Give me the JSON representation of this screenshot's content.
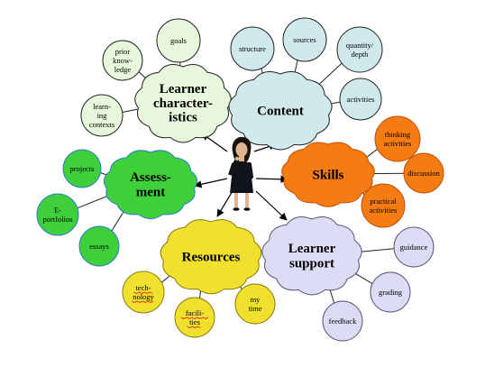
{
  "center_figure": "woman-figure",
  "clusters": [
    {
      "id": "learner-characteristics",
      "title_lines": [
        "Learner",
        "character-",
        "istics"
      ],
      "fill": "#e6f7dc",
      "stroke": "#222222",
      "satellites": [
        {
          "lines": [
            "goals"
          ]
        },
        {
          "lines": [
            "prior",
            "know-",
            "ledge"
          ]
        },
        {
          "lines": [
            "learn-",
            "ing",
            "contexts"
          ]
        }
      ]
    },
    {
      "id": "content",
      "title_lines": [
        "Content"
      ],
      "fill": "#cfe9ec",
      "stroke": "#222222",
      "satellites": [
        {
          "lines": [
            "structure"
          ]
        },
        {
          "lines": [
            "sources"
          ]
        },
        {
          "lines": [
            "quantity/",
            "depth"
          ]
        },
        {
          "lines": [
            "activities"
          ]
        }
      ]
    },
    {
      "id": "skills",
      "title_lines": [
        "Skills"
      ],
      "fill": "#f57c12",
      "stroke": "#c0500a",
      "satellites": [
        {
          "lines": [
            "thinking",
            "activities"
          ]
        },
        {
          "lines": [
            "discussion"
          ]
        },
        {
          "lines": [
            "practical",
            "activities"
          ]
        }
      ]
    },
    {
      "id": "assessment",
      "title_lines": [
        "Assess-",
        "ment"
      ],
      "fill": "#3fcf3a",
      "stroke": "#2a7bd0",
      "satellites": [
        {
          "lines": [
            "projects"
          ]
        },
        {
          "lines": [
            "E-",
            "portfolios"
          ]
        },
        {
          "lines": [
            "essays"
          ]
        }
      ]
    },
    {
      "id": "resources",
      "title_lines": [
        "Resources"
      ],
      "fill": "#f1e12f",
      "stroke": "#8a7a10",
      "satellites": [
        {
          "lines": [
            "tech-",
            "nology"
          ],
          "underline": true
        },
        {
          "lines": [
            "facili-",
            "ties"
          ],
          "underline": true
        },
        {
          "lines": [
            "my",
            "time"
          ]
        }
      ]
    },
    {
      "id": "learner-support",
      "title_lines": [
        "Learner",
        "support"
      ],
      "fill": "#dcdcf5",
      "stroke": "#555577",
      "satellites": [
        {
          "lines": [
            "guidance"
          ]
        },
        {
          "lines": [
            "grading"
          ]
        },
        {
          "lines": [
            "feedback"
          ]
        }
      ]
    }
  ]
}
